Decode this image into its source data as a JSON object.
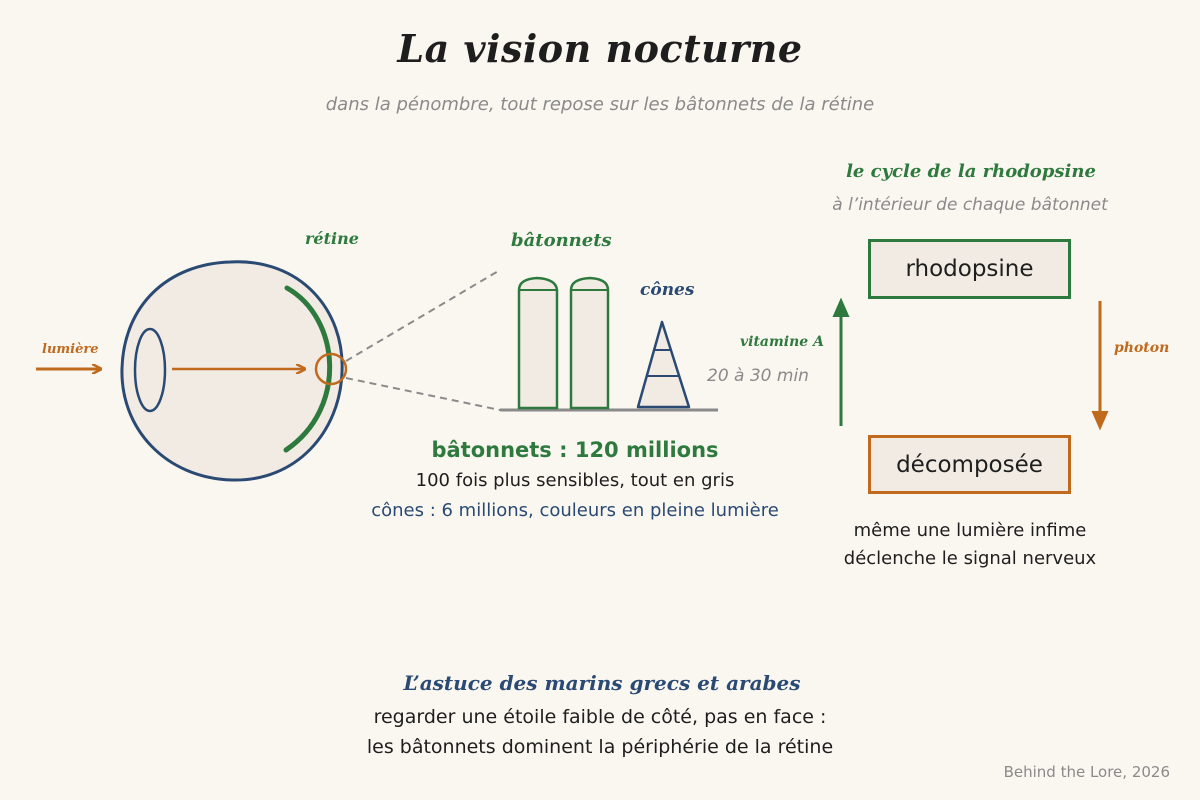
{
  "title": "La vision nocturne",
  "subtitle": "dans la pénombre, tout repose sur les bâtonnets de la rétine",
  "eye": {
    "retina_label": "rétine",
    "light_label": "lumière"
  },
  "zoom": {
    "rods_label": "bâtonnets",
    "cones_label": "cônes"
  },
  "stats": {
    "rods_count": "bâtonnets : 120 millions",
    "rods_sensitivity": "100 fois plus sensibles, tout en gris",
    "cones_count": "cônes : 6 millions, couleurs en pleine lumière"
  },
  "cycle": {
    "title": "le cycle de la rhodopsine",
    "subtitle": "à l’intérieur de chaque bâtonnet",
    "box_top": "rhodopsine",
    "box_bottom": "décomposée",
    "arrow_down_label": "photon",
    "arrow_up_label": "vitamine A",
    "arrow_up_time": "20 à 30 min",
    "note_line1": "même une lumière infime",
    "note_line2": "déclenche le signal nerveux"
  },
  "tip": {
    "title": "L’astuce des marins grecs et arabes",
    "line1": "regarder une étoile faible de côté, pas en face :",
    "line2": "les bâtonnets dominent la périphérie de la rétine"
  },
  "credit": "Behind the Lore, 2026",
  "colors": {
    "background": "#faf7f1",
    "green": "#2e7a3e",
    "blue": "#2a4a73",
    "orange": "#c06a1e",
    "gray": "#8a8a8a",
    "fill": "#f1ebe3"
  }
}
